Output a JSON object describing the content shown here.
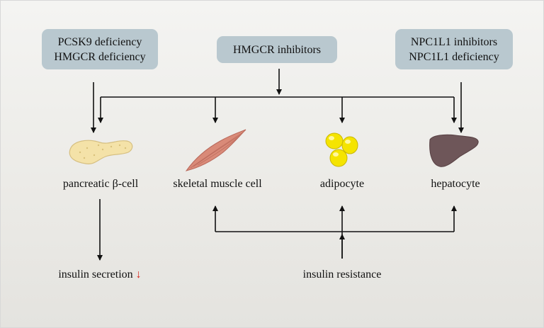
{
  "boxes": {
    "left": {
      "line1": "PCSK9 deficiency",
      "line2": "HMGCR deficiency"
    },
    "center": {
      "line1": "HMGCR inhibitors"
    },
    "right": {
      "line1": "NPC1L1 inhibitors",
      "line2": "NPC1L1 deficiency"
    }
  },
  "cells": {
    "pancreas": "pancreatic β-cell",
    "muscle": "skeletal muscle cell",
    "adipocyte": "adipocyte",
    "hepatocyte": "hepatocyte"
  },
  "outcomes": {
    "secretion": "insulin secretion",
    "secretion_arrow": "↓",
    "resistance": "insulin resistance"
  },
  "colors": {
    "box": "#b9c8cf",
    "pancreas": "#f4e2a8",
    "muscle": "#d98a78",
    "fat": "#f5e400",
    "liver": "#6e5659",
    "down_arrow": "#d9261c"
  }
}
